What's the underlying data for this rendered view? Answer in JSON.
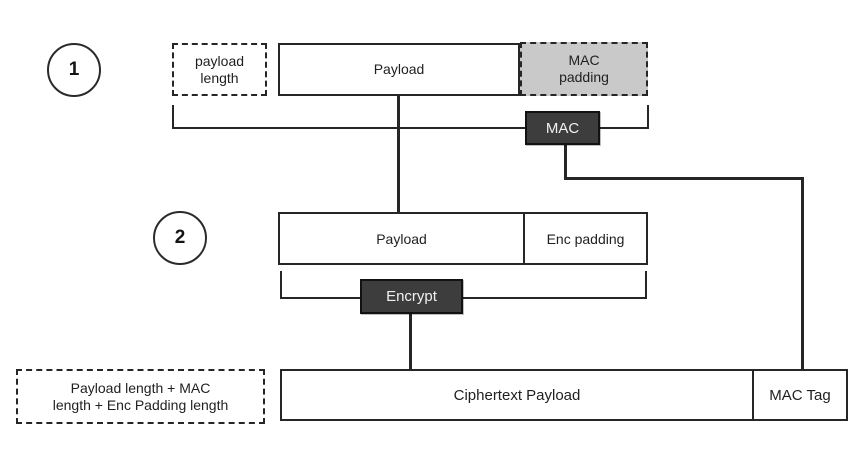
{
  "diagram": {
    "steps": {
      "step1": {
        "badge": "1",
        "payload_length_lines": [
          "payload",
          "length"
        ],
        "payload_label": "Payload",
        "mac_padding_lines": [
          "MAC",
          "padding"
        ],
        "mac_label": "MAC"
      },
      "step2": {
        "badge": "2",
        "payload_label": "Payload",
        "enc_padding_label": "Enc padding",
        "encrypt_label": "Encrypt"
      },
      "result": {
        "length_note_lines": [
          "Payload length + MAC",
          "length + Enc Padding length"
        ],
        "ciphertext_label": "Ciphertext Payload",
        "mac_tag_label": "MAC Tag"
      }
    },
    "colors": {
      "line": "#262626",
      "dark_box": "#3d3d3d",
      "dark_box_text": "#f0f0f0",
      "gray_fill": "#c9c9c9",
      "background": "#ffffff"
    }
  }
}
